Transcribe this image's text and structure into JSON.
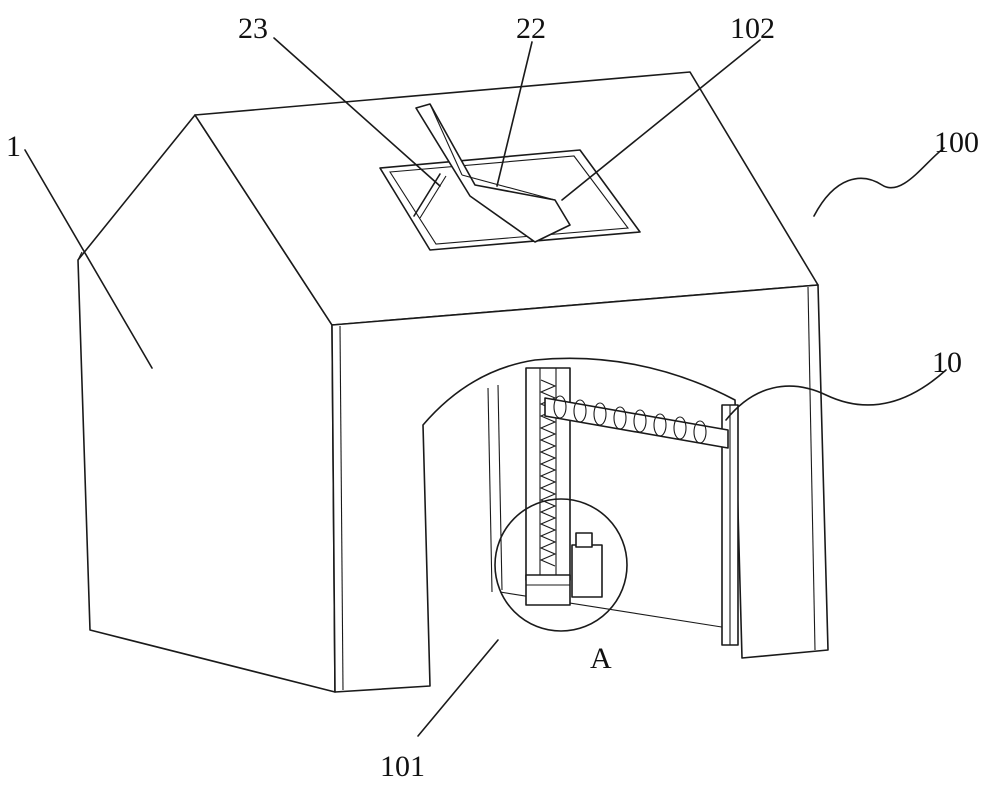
{
  "labels": {
    "l1": "1",
    "l23": "23",
    "l22": "22",
    "l102": "102",
    "l100": "100",
    "l10": "10",
    "lA": "A",
    "l101": "101"
  },
  "colors": {
    "line": "#1a1a1a",
    "background": "#ffffff"
  }
}
